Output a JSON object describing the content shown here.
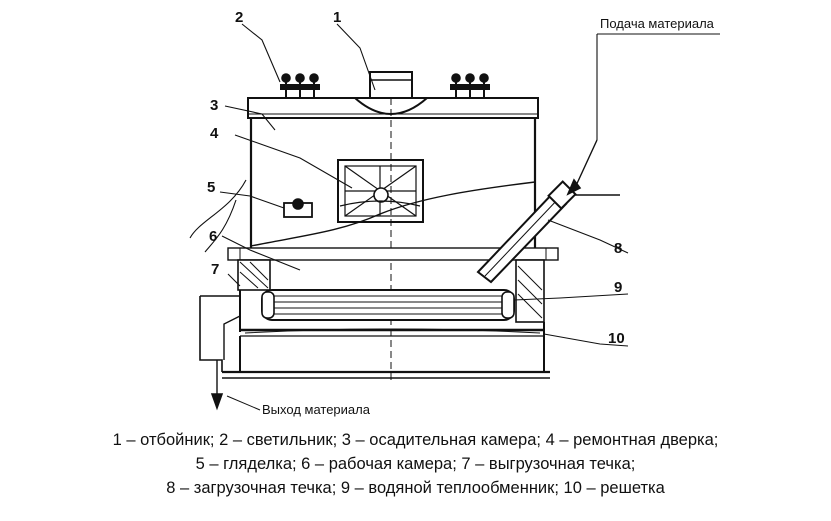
{
  "labels": {
    "n1": "1",
    "n2": "2",
    "n3": "3",
    "n4": "4",
    "n5": "5",
    "n6": "6",
    "n7": "7",
    "n8": "8",
    "n9": "9",
    "n10": "10"
  },
  "material_in": "Подача материала",
  "material_out": "Выход материала",
  "caption": {
    "line1": "1 – отбойник; 2 – светильник; 3 – осадительная камера; 4 – ремонтная дверка;",
    "line2": "5 – гляделка; 6 – рабочая камера; 7 – выгрузочная течка;",
    "line3": "8 – загрузочная течка; 9 – водяной теплообменник; 10 – решетка"
  }
}
